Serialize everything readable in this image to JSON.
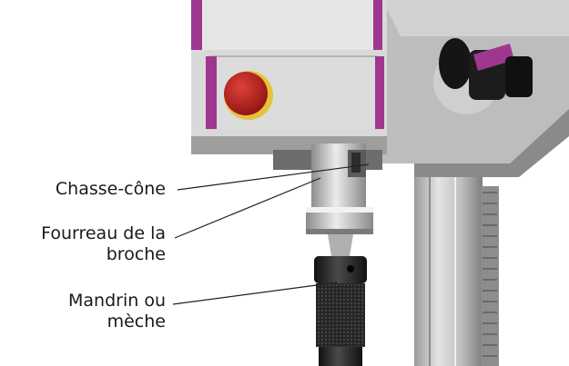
{
  "labels": {
    "chasse_cone": "Chasse-cône",
    "fourreau_line1": "Fourreau de la",
    "fourreau_line2": "broche",
    "mandrin_line1": "Mandrin ou",
    "mandrin_line2": "mèche"
  },
  "colors": {
    "accent_magenta": "#a0378f",
    "emergency_button": "#b81f1f",
    "body_grey": "#d6d6d6",
    "dark_metal": "#2a2a2a"
  }
}
